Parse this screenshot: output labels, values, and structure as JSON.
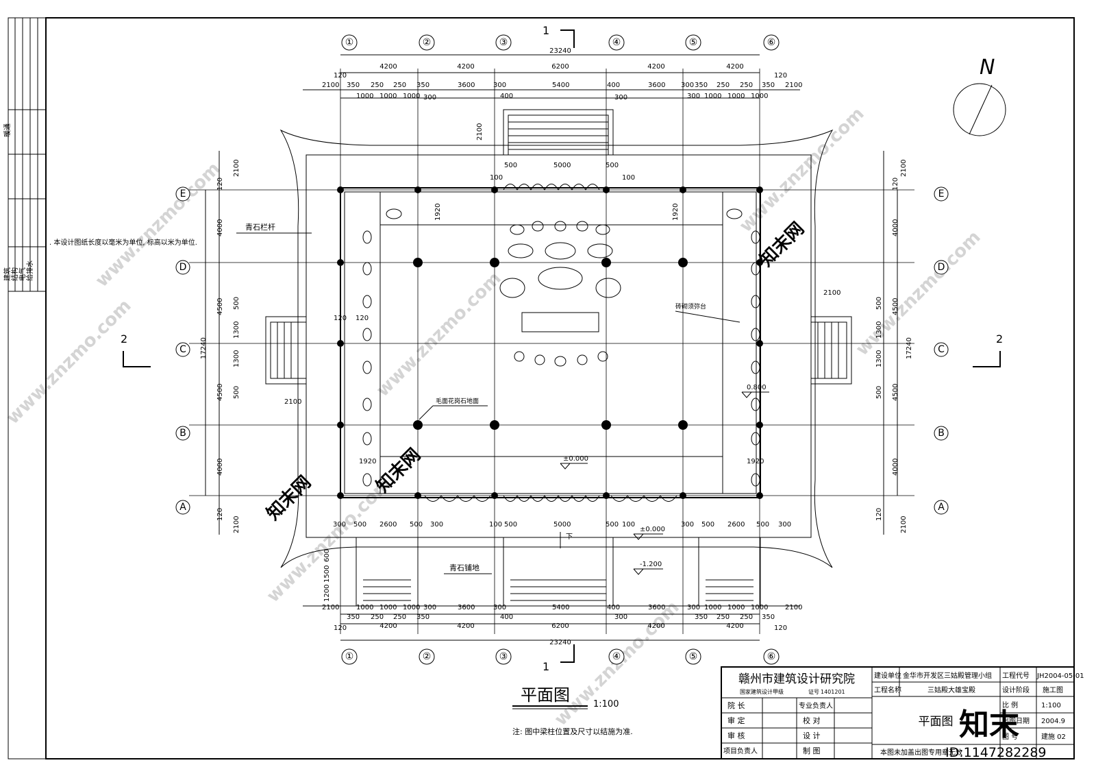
{
  "axes": {
    "columns": [
      "①",
      "②",
      "③",
      "④",
      "⑤",
      "⑥"
    ],
    "rows": [
      "E",
      "D",
      "C",
      "B",
      "A"
    ]
  },
  "dims": {
    "top_total": "23240",
    "top_bays": [
      "4200",
      "4200",
      "6200",
      "4200",
      "4200"
    ],
    "top_row2": [
      "2100",
      "350",
      "250",
      "250",
      "350",
      "3600",
      "300",
      "5400",
      "400",
      "3600",
      "300",
      "350",
      "250",
      "250",
      "350",
      "2100"
    ],
    "top_row3": [
      "1000",
      "1000",
      "1000",
      "300",
      "400",
      "300",
      "300",
      "1000",
      "1000",
      "1000"
    ],
    "edge120": "120",
    "stair_depth": "2100",
    "side_dims": [
      "2100",
      "120",
      "4000",
      "4500",
      "500",
      "1300",
      "1300",
      "500",
      "4500",
      "4000",
      "120",
      "2100"
    ],
    "side_total": "17240",
    "inner_1920": "1920",
    "inner_120": "120",
    "door_500": "500",
    "door_5000": "5000",
    "door_100": "100",
    "front_row": [
      "300",
      "500",
      "2600",
      "500",
      "300",
      "100",
      "500",
      "5000",
      "500",
      "100",
      "300",
      "500",
      "2600",
      "500",
      "300"
    ],
    "bottom_steps": [
      "600",
      "1500",
      "1200"
    ],
    "bottom_row1": [
      "2100",
      "1000",
      "1000",
      "1000",
      "300",
      "3600",
      "300",
      "5400",
      "400",
      "3600",
      "300",
      "1000",
      "1000",
      "1000",
      "2100"
    ],
    "bottom_row2": [
      "350",
      "250",
      "250",
      "350",
      "400",
      "300",
      "350",
      "250",
      "250",
      "350"
    ],
    "bottom_bays": [
      "4200",
      "4200",
      "6200",
      "4200",
      "4200"
    ],
    "bottom_total": "23240"
  },
  "labels": {
    "section_1": "1",
    "section_2": "2",
    "north": "N",
    "railing": "青石栏杆",
    "sumeru": "砖砌须弥台",
    "floor": "毛面花岗石地面",
    "paving": "青石铺地",
    "elev_0800": "0.800",
    "elev_000": "±0.000",
    "elev_000b": "±0.000",
    "elev_1200": "-1.200",
    "down": "下",
    "unit_note": ". 本设计图纸长度以毫米为单位, 标高以米为单位.",
    "side_block_1": "暖通",
    "side_block_2": "建筑",
    "side_block_3": "结构",
    "side_block_4": "电气",
    "side_block_5": "给排水"
  },
  "title_block": {
    "institute": "赣州市建筑设计研究院",
    "grade": "国家建筑设计甲级",
    "cert_label": "证号",
    "cert_no": "1401201",
    "roles": [
      "院  长",
      "审  定",
      "审  核",
      "项目负责人"
    ],
    "roles2": [
      "专业负责人",
      "校  对",
      "设  计",
      "制  图"
    ],
    "client_label": "建设单位",
    "client": "金华市开发区三姑殿管理小组",
    "project_label": "工程名称",
    "project": "三姑殿大雄宝殿",
    "drawing_title": "平面图",
    "code_label": "工程代号",
    "code": "JH2004-05-01",
    "stage_label": "设计阶段",
    "stage": "施工图",
    "scale_label": "比  例",
    "scale": "1:100",
    "date_label": "出图日期",
    "date": "2004.9",
    "no_label": "图  号",
    "no": "建施 02",
    "footer": "本图未加盖出图专用章无效"
  },
  "plan_title": "平面图",
  "plan_scale": "1:100",
  "note": "注: 图中梁柱位置及尺寸以结施为准.",
  "watermarks": {
    "site": "www.znzmo.com",
    "brand": "知末网",
    "id": "ID:1147282289",
    "logo": "知末"
  }
}
